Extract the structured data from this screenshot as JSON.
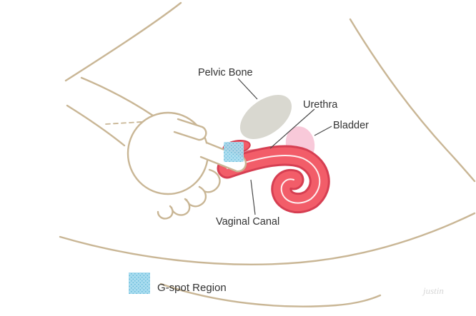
{
  "diagram": {
    "labels": {
      "pelvic_bone": "Pelvic Bone",
      "urethra": "Urethra",
      "bladder": "Bladder",
      "vaginal_canal": "Vaginal Canal"
    },
    "legend": {
      "gspot_region": "G-spot Region"
    },
    "watermark": "justin",
    "colors": {
      "body_outline": "#c9b695",
      "pelvic_bone_fill": "#d9d8d0",
      "bladder_fill": "#f8c9d9",
      "urethra_wall": "#e98d9b",
      "canal_outline": "#d63f52",
      "canal_fill": "#f25d69",
      "gspot_base": "#a9dcef",
      "gspot_dot": "#5fb6d8",
      "label_text": "#333333",
      "leader_line": "#4a4a4a",
      "watermark_text": "#c9c9c9"
    }
  }
}
